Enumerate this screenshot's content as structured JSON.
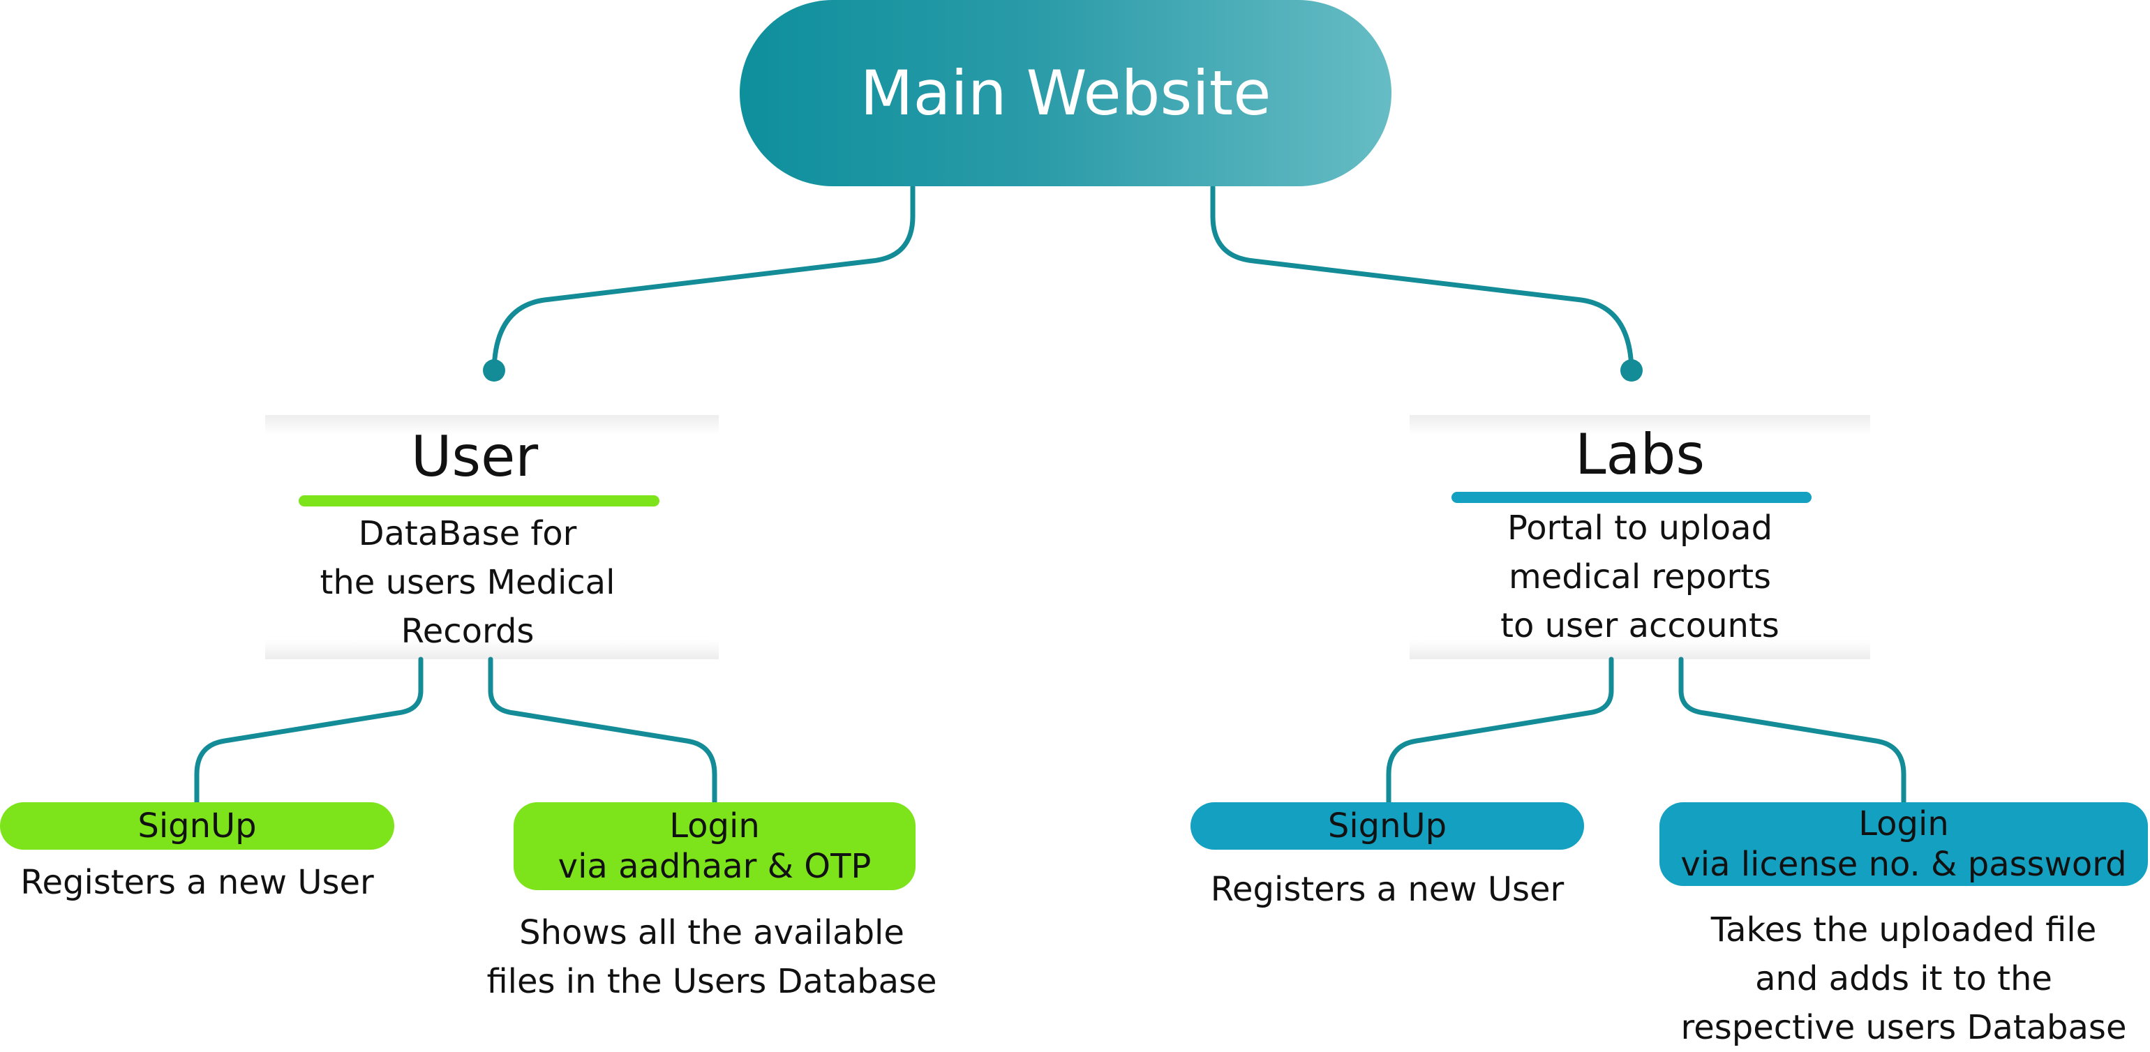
{
  "root": {
    "title": "Main Website"
  },
  "colors": {
    "teal": "#138c98",
    "green": "#7de31a",
    "blue": "#14a0c0"
  },
  "user": {
    "heading": "User",
    "description": [
      "DataBase for",
      "the users Medical",
      "Records"
    ],
    "signup": {
      "label": "SignUp",
      "note": "Registers a new User"
    },
    "login": {
      "label": [
        "Login",
        "via aadhaar & OTP"
      ],
      "note": [
        "Shows all the available",
        "files in the Users Database"
      ]
    }
  },
  "labs": {
    "heading": "Labs",
    "description": [
      "Portal to upload",
      "medical reports",
      "to user accounts"
    ],
    "signup": {
      "label": "SignUp",
      "note": "Registers a new User"
    },
    "login": {
      "label": [
        "Login",
        "via license no. & password"
      ],
      "note": [
        "Takes the uploaded file",
        "and adds it to the",
        "respective users Database"
      ]
    }
  }
}
